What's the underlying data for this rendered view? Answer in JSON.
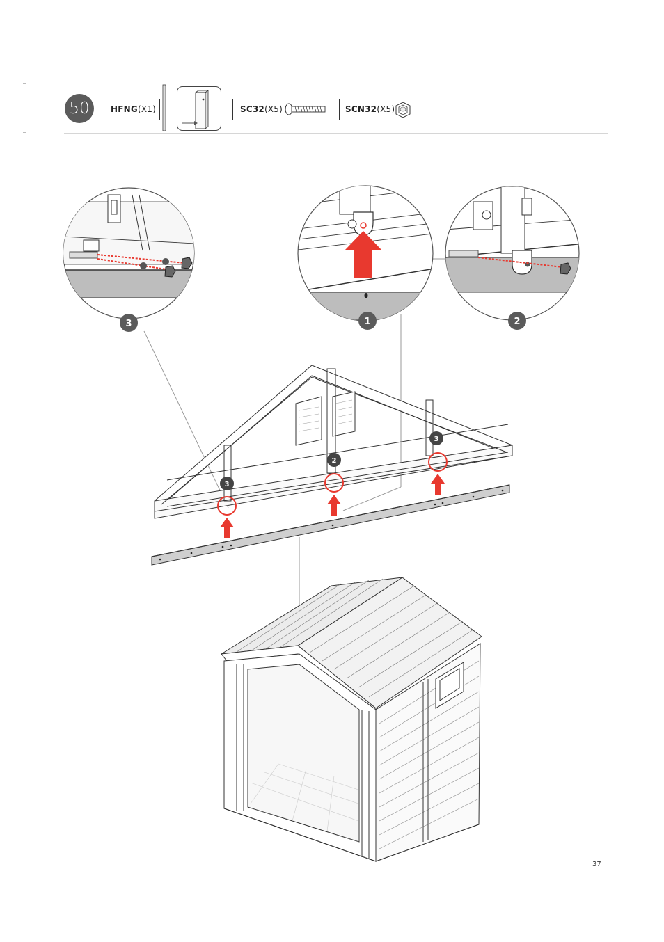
{
  "step": {
    "number": "50",
    "parts": [
      {
        "code": "HFNG",
        "qty": "(X1)",
        "icon": "post-part-icon"
      },
      {
        "code": "SC32",
        "qty": "(X5)",
        "icon": "screw-icon"
      },
      {
        "code": "SCN32",
        "qty": "(X5)",
        "icon": "cap-nut-icon"
      }
    ]
  },
  "details": [
    {
      "label": "3"
    },
    {
      "label": "1"
    },
    {
      "label": "2"
    }
  ],
  "frame_markers": [
    "3",
    "2",
    "3"
  ],
  "colors": {
    "accent_red": "#e8392f",
    "badge_grey": "#5b5b5b",
    "line": "#333333"
  },
  "page_number": "37"
}
